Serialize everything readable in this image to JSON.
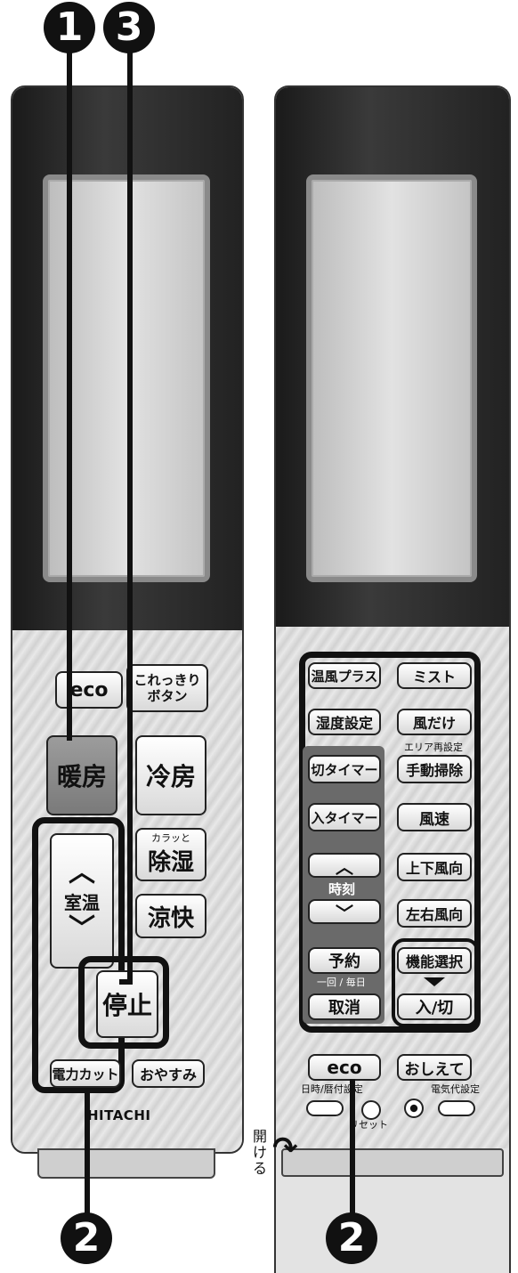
{
  "callouts": {
    "c1": "1",
    "c2_left": "2",
    "c3": "3",
    "c2_right": "2"
  },
  "left_remote": {
    "eco_button": "eco",
    "korekkiri_button": "これっきり\nボタン",
    "heat_button": "暖房",
    "cool_button": "冷房",
    "dehumid_small": "カラッと",
    "dehumid_button": "除湿",
    "room_temp_label": "室温",
    "up_symbol": "︿",
    "down_symbol": "﹀",
    "cool_comfort_button": "涼快",
    "stop_button": "停止",
    "power_cut_button": "電力カット",
    "sleep_button": "おやすみ",
    "brand_logo": "HITACHI"
  },
  "right_remote": {
    "warm_plus": "温風プラス",
    "mist": "ミスト",
    "humidity_setting": "湿度設定",
    "wind_only": "風だけ",
    "area_reset_small": "エリア再設定",
    "manual_clean": "手動掃除",
    "off_timer": "切タイマー",
    "on_timer": "入タイマー",
    "fan_speed": "風速",
    "vertical_dir": "上下風向",
    "time_label": "時刻",
    "horizontal_dir": "左右風向",
    "reserve": "予約",
    "once_daily": "一回 / 毎日",
    "cancel": "取消",
    "function_select": "機能選択",
    "on_off": "入/切",
    "eco": "eco",
    "oshiete": "おしえて",
    "date_time_setting": "日時/暦付設定",
    "reset_label": "リセット",
    "electricity_setting": "電気代設定",
    "open_label": "開\nけ\nる"
  }
}
